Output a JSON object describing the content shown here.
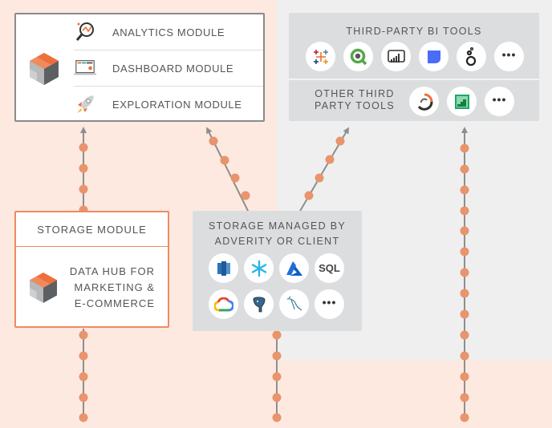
{
  "modules_card": {
    "items": [
      {
        "icon": "analytics-magnifier-icon",
        "label": "ANALYTICS MODULE"
      },
      {
        "icon": "dashboard-laptop-icon",
        "label": "DASHBOARD MODULE"
      },
      {
        "icon": "rocket-icon",
        "label": "EXPLORATION MODULE"
      }
    ]
  },
  "storage_module": {
    "title": "STORAGE MODULE",
    "description_lines": [
      "DATA HUB FOR",
      "MARKETING &",
      "E-COMMERCE"
    ]
  },
  "managed_storage": {
    "title_lines": [
      "STORAGE MANAGED BY",
      "ADVERITY OR CLIENT"
    ],
    "tools": [
      {
        "icon": "amazon-redshift-icon",
        "name": "Amazon Redshift"
      },
      {
        "icon": "snowflake-icon",
        "name": "Snowflake"
      },
      {
        "icon": "azure-icon",
        "name": "Azure"
      },
      {
        "icon": "sql-icon",
        "name": "SQL",
        "text": "SQL"
      },
      {
        "icon": "google-cloud-icon",
        "name": "Google Cloud"
      },
      {
        "icon": "postgresql-icon",
        "name": "PostgreSQL"
      },
      {
        "icon": "mysql-icon",
        "name": "MySQL"
      },
      {
        "icon": "more-icon",
        "name": "More",
        "text": "•••"
      }
    ]
  },
  "bi_tools": {
    "title": "THIRD-PARTY BI TOOLS",
    "tools": [
      {
        "icon": "tableau-icon",
        "name": "Tableau"
      },
      {
        "icon": "qlik-icon",
        "name": "Qlik"
      },
      {
        "icon": "power-bi-icon",
        "name": "Power BI"
      },
      {
        "icon": "looker-studio-icon",
        "name": "Looker Studio"
      },
      {
        "icon": "looker-icon",
        "name": "Looker"
      },
      {
        "icon": "more-icon",
        "name": "More",
        "text": "•••"
      }
    ],
    "other_title_lines": [
      "OTHER THIRD",
      "PARTY TOOLS"
    ],
    "other_tools": [
      {
        "icon": "datorama-icon",
        "name": "Datorama"
      },
      {
        "icon": "google-sheets-chart-icon",
        "name": "Chart tool"
      },
      {
        "icon": "more-icon",
        "name": "More",
        "text": "•••"
      }
    ]
  },
  "colors": {
    "background_peach": "#fde9e0",
    "background_gray": "#efefef",
    "card_gray": "#dcdddf",
    "accent_orange": "#ee8a63",
    "connector_dot": "#e8946c",
    "connector_line": "#8e8e8e",
    "text": "#555555"
  }
}
